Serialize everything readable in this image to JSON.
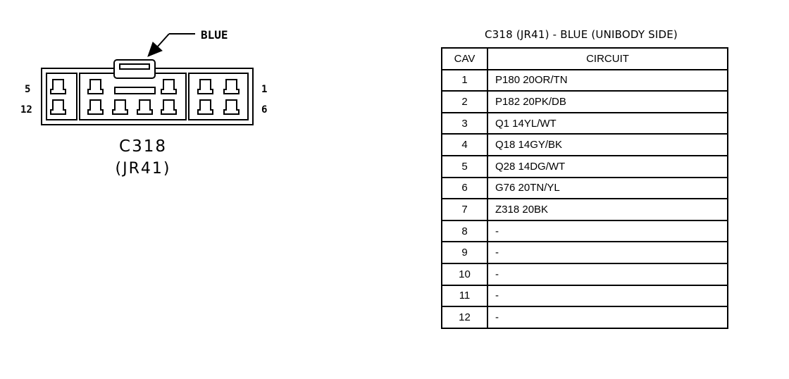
{
  "connector": {
    "color_callout": "BLUE",
    "pin_labels": {
      "top_left": "5",
      "bottom_left": "12",
      "top_right": "1",
      "bottom_right": "6"
    },
    "name": "C318",
    "alt_name": "(JR41)"
  },
  "table": {
    "title": "C318 (JR41) - BLUE (UNIBODY SIDE)",
    "headers": {
      "cav": "CAV",
      "circuit": "CIRCUIT"
    },
    "rows": [
      {
        "cav": "1",
        "circuit": "P180 20OR/TN"
      },
      {
        "cav": "2",
        "circuit": "P182 20PK/DB"
      },
      {
        "cav": "3",
        "circuit": "Q1 14YL/WT"
      },
      {
        "cav": "4",
        "circuit": "Q18 14GY/BK"
      },
      {
        "cav": "5",
        "circuit": "Q28 14DG/WT"
      },
      {
        "cav": "6",
        "circuit": "G76 20TN/YL"
      },
      {
        "cav": "7",
        "circuit": "Z318 20BK"
      },
      {
        "cav": "8",
        "circuit": "-"
      },
      {
        "cav": "9",
        "circuit": "-"
      },
      {
        "cav": "10",
        "circuit": "-"
      },
      {
        "cav": "11",
        "circuit": "-"
      },
      {
        "cav": "12",
        "circuit": "-"
      }
    ]
  }
}
